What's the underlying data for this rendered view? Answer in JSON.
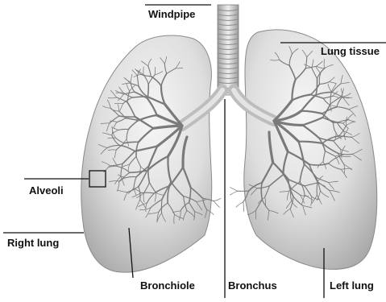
{
  "diagram": {
    "labels": {
      "windpipe": "Windpipe",
      "lung_tissue": "Lung tissue",
      "alveoli": "Alveoli",
      "right_lung": "Right lung",
      "bronchiole": "Bronchiole",
      "bronchus": "Bronchus",
      "left_lung": "Left lung"
    },
    "colors": {
      "lung_fill": "#d6d6d6",
      "lung_highlight": "#f4f4f4",
      "branch": "#7a7a7a",
      "trachea": "#cfcfcf",
      "leader_line": "#111111",
      "text": "#111111"
    }
  }
}
